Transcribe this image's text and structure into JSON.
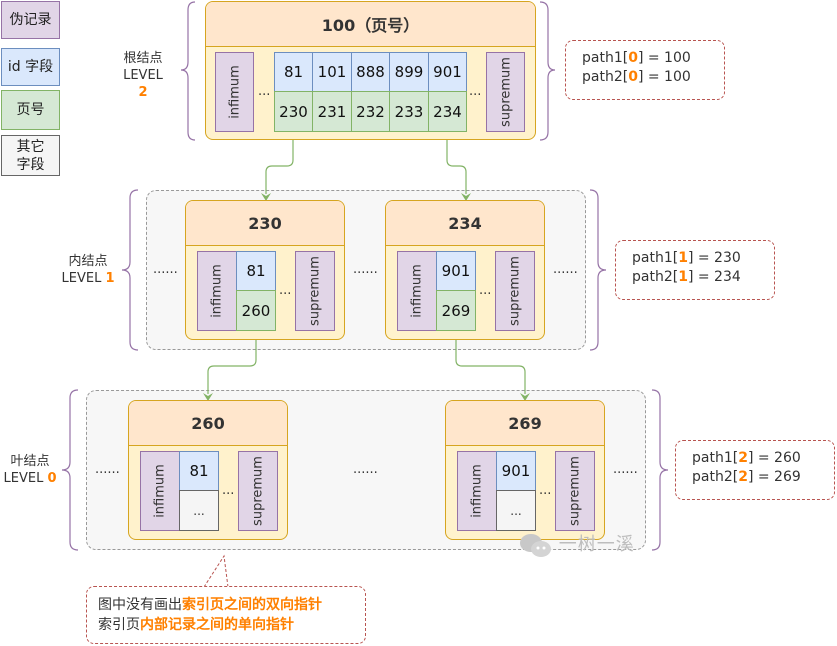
{
  "legend": {
    "pseudo_record": "伪记录",
    "id_field": "id 字段",
    "page_number": "页号",
    "other_fields_line1": "其它",
    "other_fields_line2": "字段"
  },
  "colors": {
    "pseudo_fill": "#e1d5e7",
    "id_fill": "#dae8fc",
    "page_no_fill": "#d5e8d4",
    "other_fill": "#f5f5f5",
    "page_header_fill": "#ffe6cc",
    "page_body_fill": "#fff2cc",
    "highlight": "#ff8000",
    "arrow": "#82b366",
    "brace": "#9673a6",
    "callout_border": "#b85450"
  },
  "levels": {
    "root": {
      "name": "根结点",
      "level_word": "LEVEL",
      "level_num": "2"
    },
    "internal": {
      "name": "内结点",
      "level_word": "LEVEL",
      "level_num": "1"
    },
    "leaf": {
      "name": "叶结点",
      "level_word": "LEVEL",
      "level_num": "0"
    }
  },
  "pseudo": {
    "infimum": "infimum",
    "supremum": "supremum"
  },
  "ellipsis_short": "...",
  "ellipsis_long": "......",
  "root_page": {
    "title": "100（页号）",
    "ids": [
      "81",
      "101",
      "888",
      "899",
      "901"
    ],
    "children": [
      "230",
      "231",
      "232",
      "233",
      "234"
    ]
  },
  "internal_pages": [
    {
      "title": "230",
      "id": "81",
      "child": "260"
    },
    {
      "title": "234",
      "id": "901",
      "child": "269"
    }
  ],
  "leaf_pages": [
    {
      "title": "260",
      "id": "81",
      "other": "..."
    },
    {
      "title": "269",
      "id": "901",
      "other": "..."
    }
  ],
  "paths": [
    {
      "p1_prefix": "path1[",
      "idx": "0",
      "p1_suffix": "] = 100",
      "p2_prefix": "path2[",
      "p2_suffix": "] = 100"
    },
    {
      "p1_prefix": "path1[",
      "idx": "1",
      "p1_suffix": "] = 230",
      "p2_prefix": "path2[",
      "p2_suffix": "] = 234"
    },
    {
      "p1_prefix": "path1[",
      "idx": "2",
      "p1_suffix": "] = 260",
      "p2_prefix": "path2[",
      "p2_suffix": "] = 269"
    }
  ],
  "note": {
    "line1_plain": "图中没有画出",
    "line1_hl": "索引页之间的双向指针",
    "line2_plain": "索引页",
    "line2_hl": "内部记录之间的单向指针"
  },
  "watermark": "一树一溪"
}
